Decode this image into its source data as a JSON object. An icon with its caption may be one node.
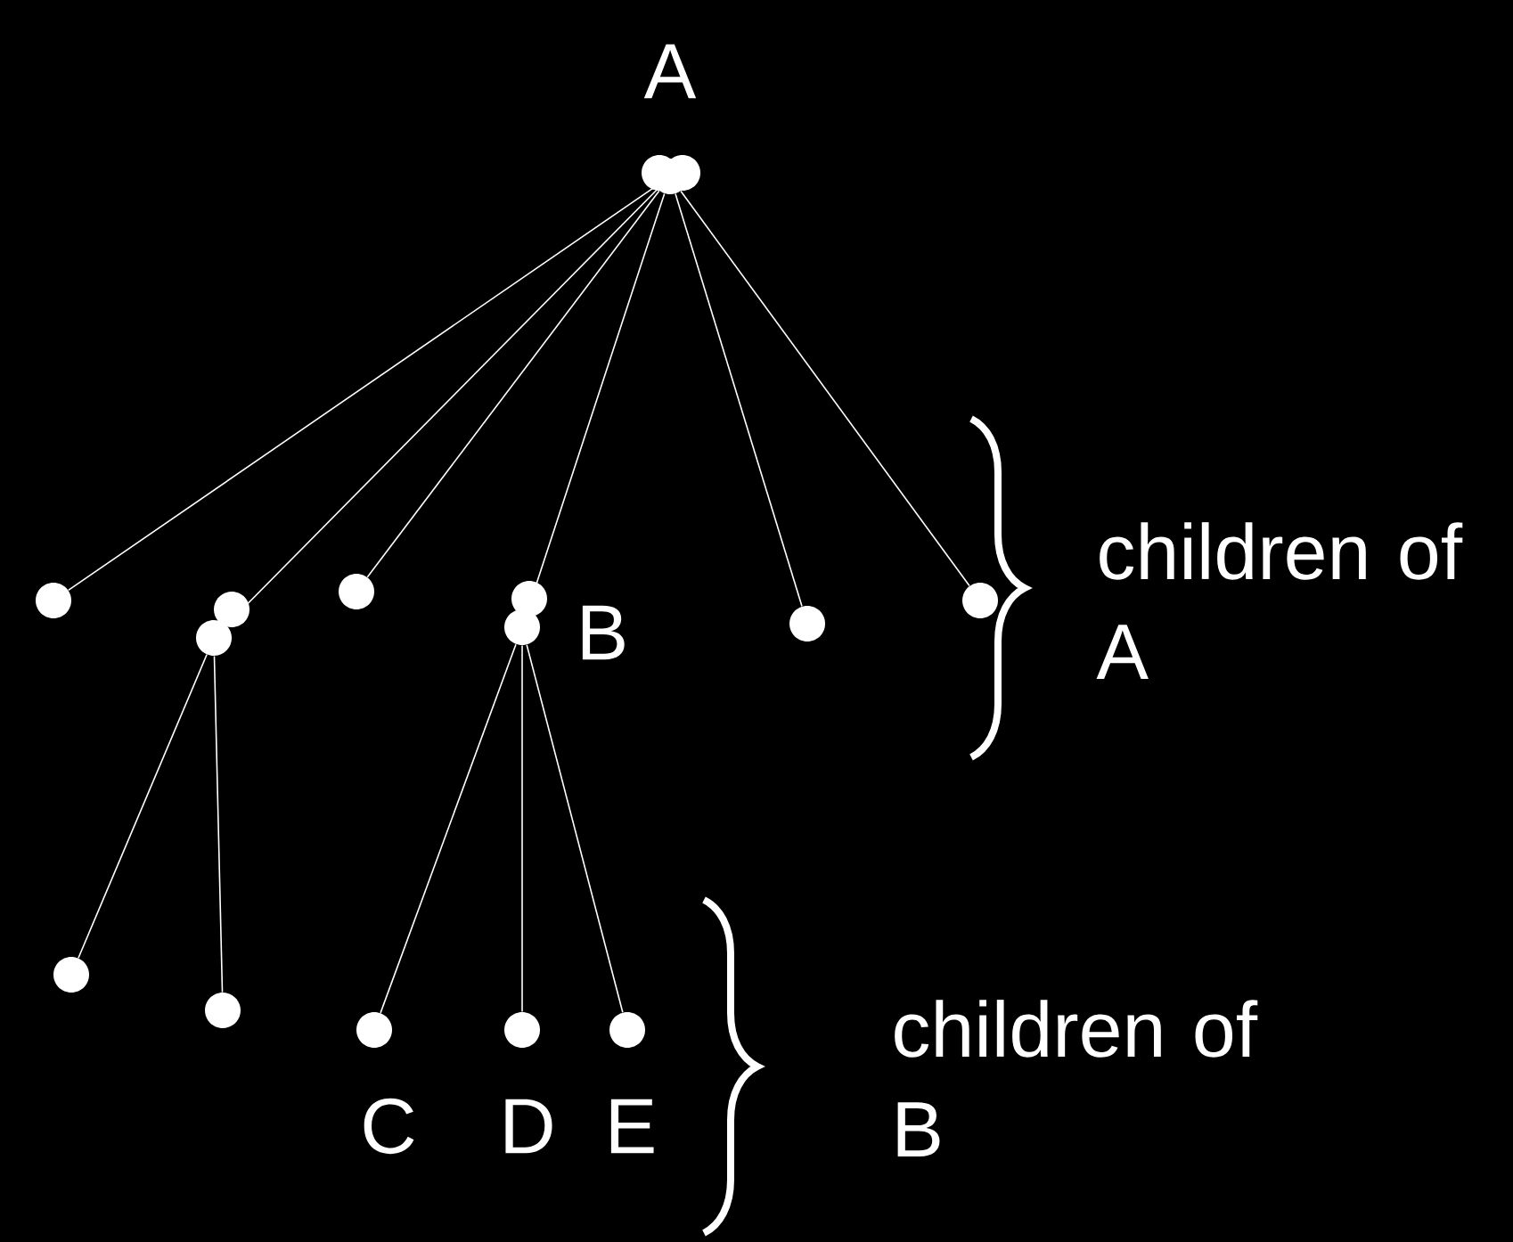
{
  "diagram": {
    "nodes": [
      {
        "text": [
          "A"
        ]
      },
      {
        "text": [],
        "shape": "circle"
      },
      {
        "text": [],
        "shape": "circle"
      },
      {
        "text": [],
        "shape": "circle"
      },
      {
        "text": [
          "B"
        ]
      },
      {
        "text": [],
        "shape": "circle"
      },
      {
        "text": [],
        "shape": "circle"
      },
      {
        "text": [],
        "shape": "circle"
      },
      {
        "text": [],
        "shape": "circle"
      },
      {
        "text": [
          "C"
        ]
      },
      {
        "text": [
          "D"
        ]
      },
      {
        "text": [
          "E"
        ]
      }
    ],
    "edges": [
      {
        "from": 0,
        "to": 1,
        "arrow": "none"
      },
      {
        "from": 0,
        "to": 2,
        "arrow": "none"
      },
      {
        "from": 0,
        "to": 3,
        "arrow": "none"
      },
      {
        "from": 0,
        "to": 4,
        "arrow": "none"
      },
      {
        "from": 0,
        "to": 5,
        "arrow": "none"
      },
      {
        "from": 0,
        "to": 6,
        "arrow": "none"
      },
      {
        "from": 2,
        "to": 7,
        "arrow": "none"
      },
      {
        "from": 2,
        "to": 8,
        "arrow": "none"
      },
      {
        "from": 4,
        "to": 9,
        "arrow": "none"
      },
      {
        "from": 4,
        "to": 10,
        "arrow": "none"
      },
      {
        "from": 4,
        "to": 11,
        "arrow": "none"
      }
    ],
    "labels": [
      "children of A",
      "children of B"
    ]
  }
}
